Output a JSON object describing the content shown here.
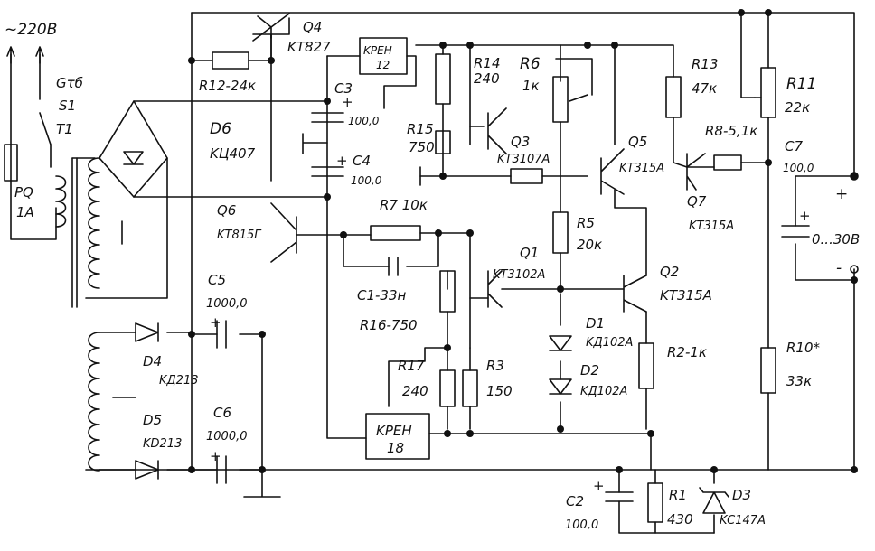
{
  "labels": {
    "mains": "~220В",
    "fuse_ref": "Gτб",
    "switch_ref": "S1",
    "transformer_ref": "T1",
    "fuse_name": "PQ",
    "fuse_value": "1A",
    "q4_ref": "Q4",
    "q4_type": "KT827",
    "u1_name": "KPEH",
    "u1_value": "12",
    "r12": "R12-24к",
    "c3_ref": "C3",
    "c3_value": "100,0",
    "c4_ref": "C4",
    "c4_value": "100,0",
    "d6_ref": "D6",
    "d6_type": "KЦ407",
    "r15_ref": "R15",
    "r15_value": "750",
    "r14_ref": "R14",
    "r14_value": "240",
    "r6_ref": "R6",
    "r6_value": "1к",
    "r13_ref": "R13",
    "r13_value": "47к",
    "r11_ref": "R11",
    "r11_value": "22к",
    "q3_ref": "Q3",
    "q3_type": "KT3107A",
    "q5_ref": "Q5",
    "q5_type": "KT315A",
    "r8": "R8-5,1к",
    "c7_ref": "C7",
    "c7_value": "100,0",
    "q7_ref": "Q7",
    "q7_type": "KT315A",
    "q6_ref": "Q6",
    "q6_type": "KT815Γ",
    "r7": "R7 10к",
    "r5_ref": "R5",
    "r5_value": "20к",
    "q1_ref": "Q1",
    "q1_type": "KT3102A",
    "q2_ref": "Q2",
    "q2_type": "KT315A",
    "c1": "C1-33н",
    "r16": "R16-750",
    "c5_ref": "C5",
    "c5_value": "1000,0",
    "d4_ref": "D4",
    "d4_type": "KД213",
    "d5_ref": "D5",
    "d5_type": "KD213",
    "c6_ref": "C6",
    "c6_value": "1000,0",
    "r17_ref": "R17",
    "r17_value": "240",
    "r3_ref": "R3",
    "r3_value": "150",
    "d1_ref": "D1",
    "d1_type": "KД102A",
    "d2_ref": "D2",
    "d2_type": "KД102A",
    "r2": "R2-1к",
    "u2_name": "KPEH",
    "u2_value": "18",
    "out_plus": "+",
    "out_range": "0...30В",
    "out_minus": "-",
    "r10_ref": "R10*",
    "r10_value": "33к",
    "c2_ref": "C2",
    "c2_value": "100,0",
    "r1_ref": "R1",
    "r1_value": "430",
    "d3_ref": "D3",
    "d3_type": "KC147A",
    "plus": "+"
  }
}
